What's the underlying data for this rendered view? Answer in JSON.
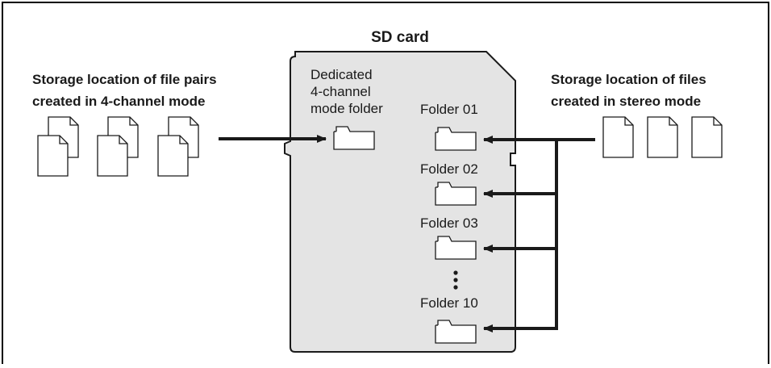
{
  "card_title": "SD card",
  "left_caption": {
    "line1": "Storage location of file pairs",
    "line2": "created in 4-channel mode"
  },
  "right_caption": {
    "line1": "Storage location of files",
    "line2": "created in stereo mode"
  },
  "dedicated_folder_label": {
    "line1": "Dedicated",
    "line2": "4-channel",
    "line3": "mode folder"
  },
  "folders": [
    {
      "label": "Folder 01"
    },
    {
      "label": "Folder 02"
    },
    {
      "label": "Folder 03"
    },
    {
      "label": "Folder 10"
    }
  ],
  "colors": {
    "card_fill": "#e4e4e4",
    "stroke": "#1a1a1a",
    "border": "#000000"
  },
  "icons": {
    "file_pair": "document-pair-icon",
    "file": "document-icon",
    "folder": "folder-icon",
    "ellipsis": "vertical-ellipsis-icon"
  }
}
